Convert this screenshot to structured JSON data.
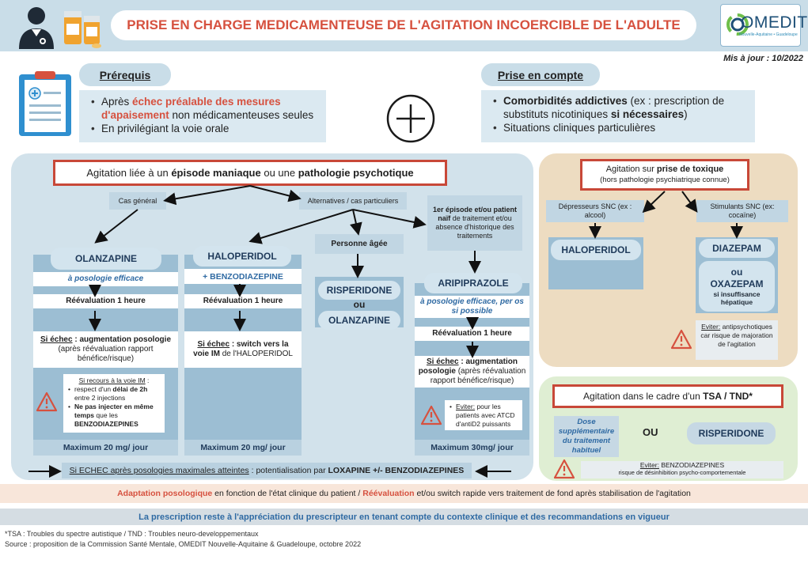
{
  "header": {
    "title": "PRISE EN CHARGE MEDICAMENTEUSE DE L'AGITATION INCOERCIBLE DE L'ADULTE",
    "logo_word": "OMEDIT",
    "logo_sub": "Nouvelle-Aquitaine • Guadeloupe",
    "updated": "Mis à jour : 10/2022"
  },
  "prereq": {
    "title": "Prérequis",
    "item1_pre": "Après ",
    "item1_red": "échec préalable des mesures d'apaisement",
    "item1_post": " non médicamenteuses seules",
    "item2": "En privilégiant la voie orale"
  },
  "consider": {
    "title": "Prise en compte",
    "item1_bold": "Comorbidités addictives",
    "item1_mid": " (ex : prescription de substituts nicotiniques ",
    "item1_bold2": "si nécessaires",
    "item1_end": ")",
    "item2": "Situations cliniques particulières"
  },
  "psy": {
    "title_pre": "Agitation liée à un ",
    "title_b1": "épisode maniaque",
    "title_mid": " ou une ",
    "title_b2": "pathologie psychotique",
    "general": "Cas général",
    "alternatives": "Alternatives / cas particuliers",
    "first_b": "1er épisode et/ou patient naïf",
    "first_rest": " de traitement et/ou absence d'historique des traitements",
    "elderly": "Personne âgée",
    "olz": {
      "name": "OLANZAPINE",
      "dose": "à posologie efficace",
      "reeval": "Réévaluation 1 heure",
      "fail_u": "Si échec",
      "fail_b": " : augmentation posologie",
      "fail_rest": " (après réévaluation rapport bénéfice/risque)",
      "w_title": "Si recours à la voie IM",
      "w_1a": "respect d'un ",
      "w_1b": "délai de 2h",
      "w_1c": " entre 2 injections",
      "w_2a": "Ne pas injecter en même temps",
      "w_2b": " que les ",
      "w_2c": "BENZODIAZEPINES",
      "max": "Maximum 20 mg/ jour"
    },
    "halo": {
      "name": "HALOPERIDOL",
      "plus": "+ ",
      "plus_b": "BENZODIAZEPINE",
      "reeval": "Réévaluation 1 heure",
      "fail_u": "Si échec",
      "fail_b": " : switch vers la voie IM",
      "fail_rest": " de l'HALOPERIDOL",
      "max": "Maximum 20 mg/ jour"
    },
    "elderly_drug1": "RISPERIDONE",
    "elderly_or": "ou",
    "elderly_drug2": "OLANZAPINE",
    "ari": {
      "name": "ARIPIPRAZOLE",
      "dose": "à posologie efficace, per os si possible",
      "reeval": "Réévaluation 1 heure",
      "fail_u": "Si échec",
      "fail_b": " : augmentation posologie",
      "fail_rest": " (après réévaluation rapport bénéfice/risque)",
      "w_u": "Eviter:",
      "w_rest": " pour les patients avec ATCD d'antiD2 puissants",
      "max": "Maximum 30mg/ jour"
    },
    "echec_u": "Si ECHEC après posologies maximales atteintes",
    "echec_mid": " : potentialisation par ",
    "echec_b": "LOXAPINE +/- BENZODIAZEPINES"
  },
  "tox": {
    "title_pre": "Agitation sur ",
    "title_b": "prise de toxique",
    "title_sub": "(hors pathologie psychiatrique connue)",
    "dep": "Dépresseurs SNC (ex : alcool)",
    "stim": "Stimulants SNC (ex: cocaïne)",
    "halo": "HALOPERIDOL",
    "diaz": "DIAZEPAM",
    "ou": "ou",
    "oxa": "OXAZEPAM",
    "oxa_sub": "si insuffisance hépatique",
    "w_u": "Eviter:",
    "w_rest": " antipsychotiques car risque de majoration de l'agitation"
  },
  "tsa": {
    "title_pre": "Agitation dans le cadre d'un ",
    "title_b": "TSA / TND*",
    "dose": "Dose supplémentaire du traitement habituel",
    "ou": "OU",
    "risp": "RISPERIDONE",
    "w_u": "Eviter:",
    "w_rest": " BENZODIAZEPINES",
    "w_sub": "risque de désinhibition psycho-comportementale"
  },
  "footer": {
    "adapt_red1": "Adaptation posologique",
    "adapt_mid": " en fonction de l'état clinique du patient / ",
    "adapt_red2": "Réévaluation",
    "adapt_end": " et/ou switch rapide vers traitement de fond après stabilisation de l'agitation",
    "prescription": "La prescription reste à l'appréciation du prescripteur en tenant compte du contexte clinique et des recommandations en vigueur",
    "note1": "*TSA : Troubles du spectre autistique / TND : Troubles neuro-developpementaux",
    "note2": "Source : proposition de la Commission Santé Mentale, OMEDIT Nouvelle-Aquitaine & Guadeloupe, octobre 2022"
  },
  "colors": {
    "red": "#d6513f",
    "accent": "#c84838",
    "blue": "#2f6aa3",
    "navy": "#1f3a5a"
  },
  "icons": [
    "doctor-icon",
    "pill-bottles-icon",
    "clipboard-icon",
    "plus-circle-icon",
    "warning-icon",
    "arrow-down-icon",
    "arrow-right-icon",
    "arrow-left-icon"
  ]
}
